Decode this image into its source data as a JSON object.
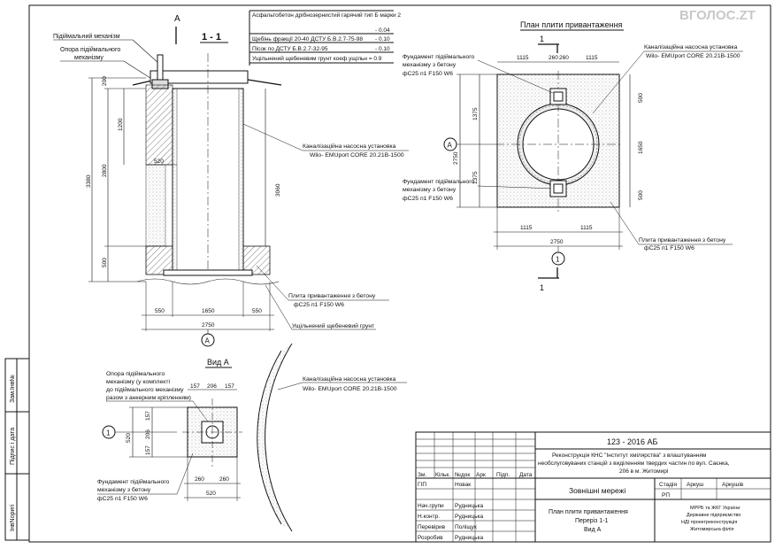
{
  "watermark": "ВГОЛОС.ZT",
  "section11": {
    "cut_mark": "А",
    "title": "1 - 1",
    "layers": [
      {
        "text": "Асфальтобетон дрібнозернистий гарячий тип Б марки 2",
        "value": "- 0.04"
      },
      {
        "text": "Щебінь фракції 20-40 ДСТУ Б.В.2.7-75-98",
        "value": "- 0.10"
      },
      {
        "text": "Пісок по ДСТУ Б.В.2.7-32-95",
        "value": "- 0.10"
      },
      {
        "text": "Ущільнений щебеневим грунт коеф.ущільн = 0.9",
        "value": ""
      }
    ],
    "labels": {
      "lift_mech": "Підіймальний механізм",
      "lift_support_1": "Опора підіймального",
      "lift_support_2": "механізму",
      "pump_1": "Каналізаційна насосна установка",
      "pump_2": "Wilo- EMUport CORE 20.21B-1500",
      "slab_1": "Плита привантаження з бетону",
      "slab_2": "фC25 п1 F150 W6",
      "gravel": "Ущільнений щебеневий грунт",
      "axis": "А"
    },
    "dims": {
      "d200": "200",
      "d1200": "1200",
      "d2800": "2800",
      "d3380": "3380",
      "d500": "500",
      "d520": "520",
      "d3060": "3060",
      "b550a": "550",
      "b1650": "1650",
      "b550b": "550",
      "b2750": "2750"
    }
  },
  "plan": {
    "title": "План плити привантаження",
    "cut": "1",
    "top_dims": {
      "a": "1115",
      "b": "260",
      "c": "260",
      "d": "1115"
    },
    "labels": {
      "pump_1": "Каналізаційна насосна установка",
      "pump_2": "Wilo- EMUport CORE 20.21B-1500",
      "found_1": "Фундамент підіймального",
      "found_2": "механізму з бетону",
      "found_3": "фC25 п1 F150 W6",
      "found2_1": "Фундамент підіймального",
      "found2_2": "механізму з бетону",
      "found2_3": "фC25 п1 F150 W6",
      "slab_1": "Плита привантаження з бетону",
      "slab_2": "фC25 п1 F150 W6",
      "axis_a": "А",
      "axis_1": "1"
    },
    "left_dims": {
      "d1375a": "1375",
      "d2750": "2750",
      "d1375b": "1375"
    },
    "right_dims": {
      "d500a": "500",
      "d1650": "1650",
      "d500b": "500"
    },
    "bottom_dims": {
      "a": "1115",
      "b": "1115",
      "total": "2750"
    }
  },
  "viewA": {
    "title": "Вид А",
    "labels": {
      "support_1": "Опора підіймального",
      "support_2": "механізму (у комплекті",
      "support_3": "до підіймального механізму",
      "support_4": "разом з анкерним кріпленням)",
      "pump_1": "Каналізаційна насосна установка",
      "pump_2": "Wilo- EMUport CORE 20.21B-1500",
      "found_1": "Фундамент підіймального",
      "found_2": "механізму з бетону",
      "found_3": "фC25 п1 F150 W6",
      "axis_1": "1"
    },
    "top_dims": {
      "a": "157",
      "b": "206",
      "c": "157"
    },
    "left_dims": {
      "d520": "520",
      "d157a": "157",
      "d206": "206",
      "d157b": "157"
    },
    "bottom_dims": {
      "a": "260",
      "b": "260",
      "total": "520"
    }
  },
  "left_strip": [
    "Зам.Інв№",
    "Підпис і дата",
    "ІнвNоригі"
  ],
  "title_block": {
    "code": "123  -  2016  АБ",
    "description": [
      "Реконструкція КНС \"Інститут хмілярства\" з влаштуванням",
      "необслуговуваних станцій з виділенням твердих частин по вул. Саєнка,",
      "206 в м. Житомирі"
    ],
    "headers": [
      "Зм.",
      "Кільк.",
      "Арк",
      "№док",
      "Підп.",
      "Дата"
    ],
    "roles": [
      {
        "role": "ГІП",
        "name": "Новак"
      },
      {
        "role": "Нач.групи",
        "name": "Рудницька"
      },
      {
        "role": "Н.контр.",
        "name": "Рудницька"
      },
      {
        "role": "Перевірив",
        "name": "Поліщук"
      },
      {
        "role": "Розробив",
        "name": "Рудницька"
      }
    ],
    "section_name": "Зовнішні мережі",
    "stage_headers": [
      "Стадія",
      "Аркуш",
      "Аркушів"
    ],
    "stage_value": "РП",
    "sheet_title": [
      "План  плити  привантаження",
      "Переріз 1-1",
      "Вид А"
    ],
    "org": [
      "МРРБ та ЖКГ України",
      "Державне підприємство",
      "НДІ проектреконструкція",
      "Житомирська філія"
    ]
  }
}
